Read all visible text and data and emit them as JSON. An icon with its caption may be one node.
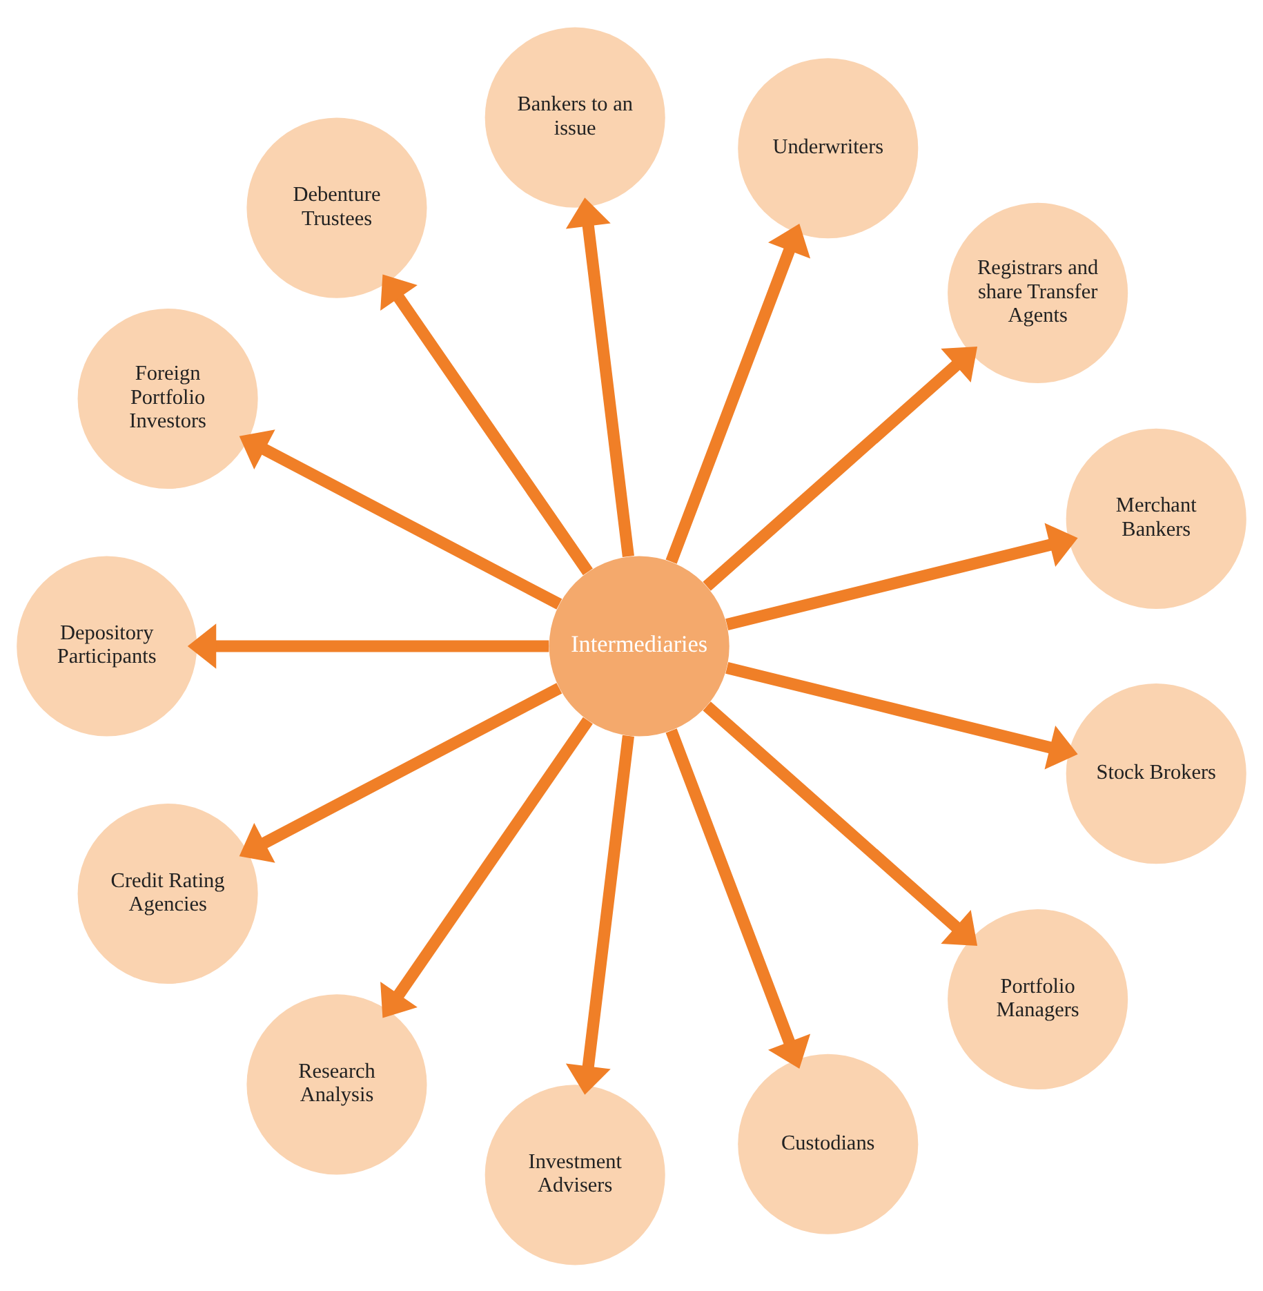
{
  "diagram": {
    "nodes": [
      {
        "text": [
          "Intermediaries"
        ]
      },
      {
        "text": [
          "Merchant Bankers"
        ]
      },
      {
        "text": [
          "Registrars and share Transfer Agents"
        ]
      },
      {
        "text": [
          "Underwriters"
        ]
      },
      {
        "text": [
          "Bankers to an issue"
        ]
      },
      {
        "text": [
          "Debenture Trustees"
        ]
      },
      {
        "text": [
          "Foreign Portfolio Investors"
        ]
      },
      {
        "text": [
          "Depository Participants"
        ]
      },
      {
        "text": [
          "Credit Rating Agencies"
        ]
      },
      {
        "text": [
          "Research Analysis"
        ]
      },
      {
        "text": [
          "Investment Advisers"
        ]
      },
      {
        "text": [
          "Custodians"
        ]
      },
      {
        "text": [
          "Portfolio Managers"
        ]
      },
      {
        "text": [
          "Stock Brokers"
        ]
      }
    ],
    "edges": [
      {
        "from": 0,
        "to": 1,
        "arrow": "to"
      },
      {
        "from": 0,
        "to": 2,
        "arrow": "to"
      },
      {
        "from": 0,
        "to": 3,
        "arrow": "to"
      },
      {
        "from": 0,
        "to": 4,
        "arrow": "to"
      },
      {
        "from": 0,
        "to": 5,
        "arrow": "to"
      },
      {
        "from": 0,
        "to": 6,
        "arrow": "to"
      },
      {
        "from": 0,
        "to": 7,
        "arrow": "to"
      },
      {
        "from": 0,
        "to": 8,
        "arrow": "to"
      },
      {
        "from": 0,
        "to": 9,
        "arrow": "to"
      },
      {
        "from": 0,
        "to": 10,
        "arrow": "to"
      },
      {
        "from": 0,
        "to": 11,
        "arrow": "to"
      },
      {
        "from": 0,
        "to": 12,
        "arrow": "to"
      },
      {
        "from": 0,
        "to": 13,
        "arrow": "to"
      }
    ]
  }
}
